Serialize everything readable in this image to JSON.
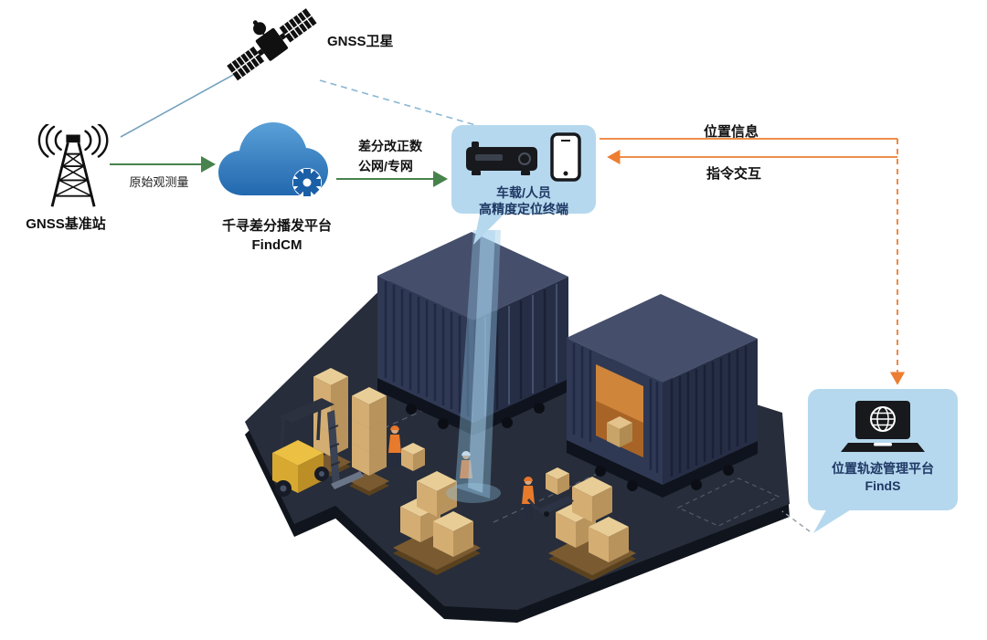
{
  "diagram": {
    "satellite": {
      "label": "GNSS卫星"
    },
    "base_station": {
      "label": "GNSS基准站"
    },
    "cloud_platform": {
      "name": "千寻差分播发平台",
      "product": "FindCM"
    },
    "links": {
      "raw_observation": "原始观测量",
      "correction_line1": "差分改正数",
      "correction_line2": "公网/专网",
      "position_info": "位置信息",
      "command_exchange": "指令交互"
    },
    "terminal": {
      "line1": "车载/人员",
      "line2": "高精度定位终端"
    },
    "management_platform": {
      "name": "位置轨迹管理平台",
      "product": "FindS"
    }
  },
  "colors": {
    "green_arrow": "#47834c",
    "orange_arrow": "#ed7d31",
    "link_blue": "#7fafcf",
    "bubble_fill": "#b5d8ee",
    "bubble_text": "#1f3864",
    "cloud_blue": "#2e79c0",
    "container_navy": "#2f3954",
    "box_tan": "#d4ad72"
  }
}
